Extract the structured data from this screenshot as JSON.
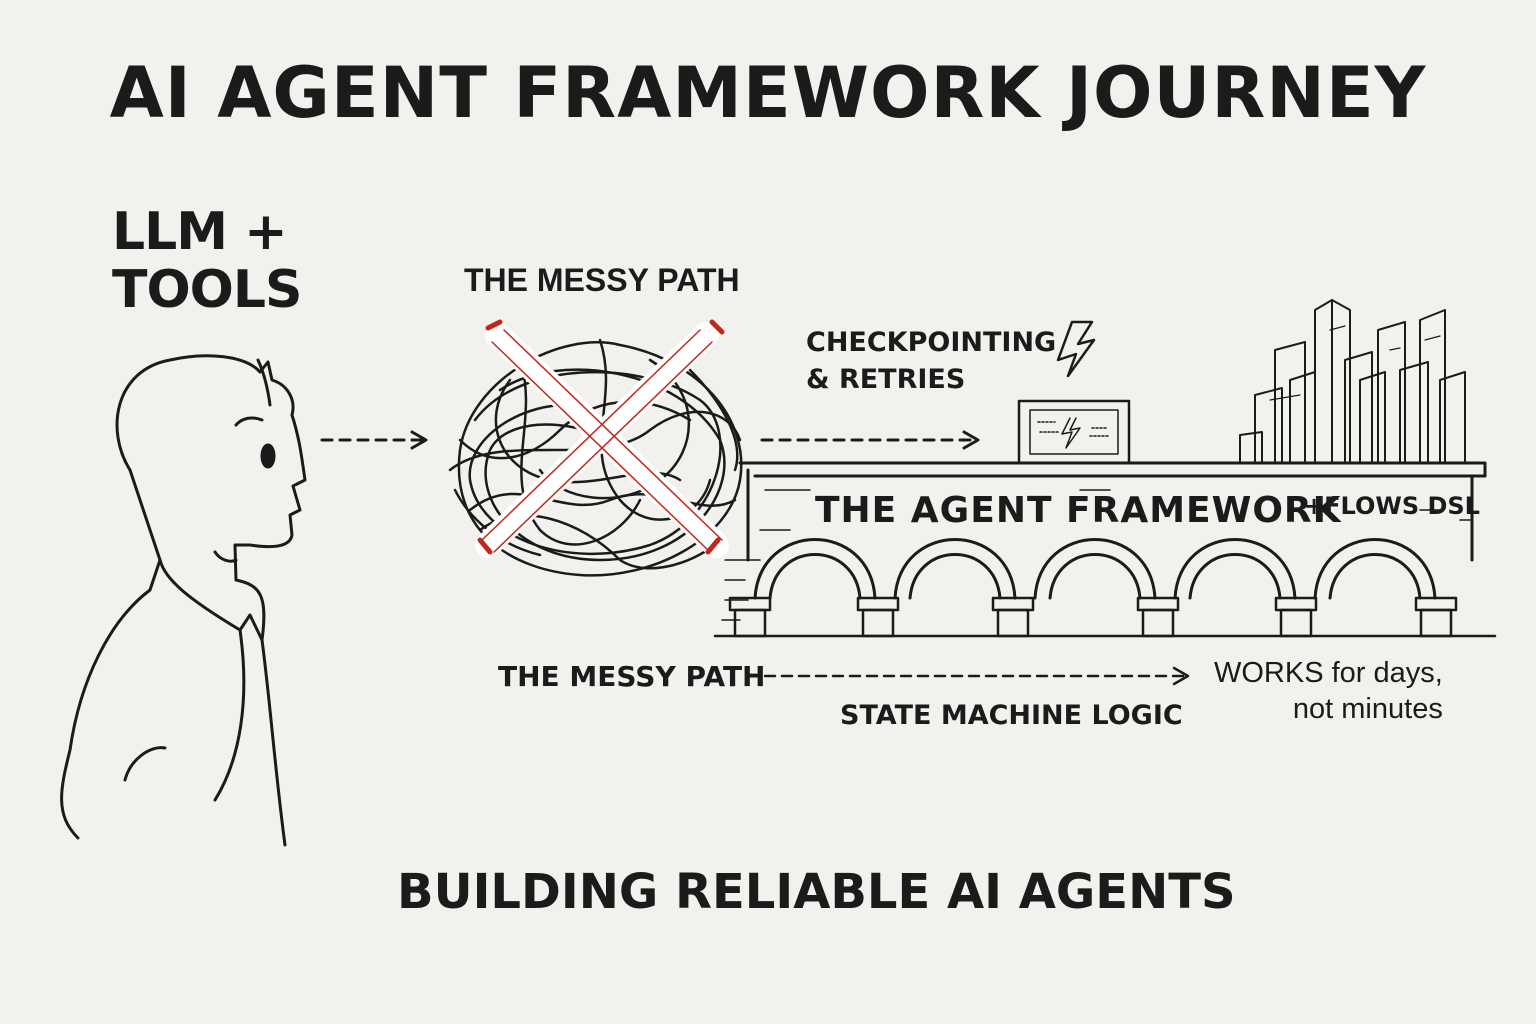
{
  "title": "AI AGENT FRAMEWORK JOURNEY",
  "person_label": {
    "line1": "LLM +",
    "line2": "TOOLS"
  },
  "messy_path_top": "THE MESSY PATH",
  "checkpointing": {
    "line1": "CHECKPOINTING",
    "line2": "& RETRIES"
  },
  "bridge_label": "THE AGENT FRAMEWORK",
  "flows_label": "+FLOWS DSL",
  "messy_path_bottom": "THE MESSY PATH",
  "state_machine": "STATE MACHINE LOGIC",
  "works": {
    "line1": "WORKS for days,",
    "line2": "not minutes"
  },
  "subtitle": "BUILDING RELIABLE AI AGENTS",
  "icons": [
    "person-figure",
    "tangle-scribble",
    "red-cross-mark",
    "lightning-bolt-icon",
    "monitor-icon",
    "bridge-arches",
    "city-skyline"
  ],
  "colors": {
    "background": "#f3f1ed",
    "ink": "#1b1b1b",
    "cross_accent": "#c0281c"
  }
}
